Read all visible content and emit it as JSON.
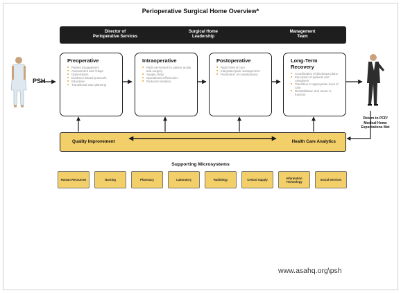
{
  "title": "Perioperative Surgical Home Overview*",
  "leadership": {
    "left": "Director of\nPerioperative Services",
    "center": "Surgical Home\nLeadership",
    "right": "Management\nTeam"
  },
  "psh_label": "PSH",
  "phases": [
    {
      "title": "Preoperative",
      "items": [
        "Patient Engagement",
        "Assessment and Triage",
        "Optimization",
        "Evidence-based protocols",
        "Education",
        "Transitional care planning"
      ]
    },
    {
      "title": "Intraoperative",
      "items": [
        "Right personnel for patient acuity and surgery",
        "Supply chain",
        "Operational efficiencies",
        "Reduced variation"
      ]
    },
    {
      "title": "Postoperative",
      "items": [
        "Right level of care",
        "Integrated pain management",
        "Prevention of complications"
      ]
    },
    {
      "title": "Long-Term Recovery",
      "items": [
        "Coordination of discharge plans",
        "Education of patients and caregivers",
        "Transition to appropriate level of care",
        "Rehabilitation and return to function"
      ]
    }
  ],
  "quality_bar": {
    "left": "Quality Improvement",
    "right": "Health Care Analytics"
  },
  "return_label": "Return to PCP/\nMedical Home\nExpectations Met",
  "microsystems_title": "Supporting Microsystems",
  "microsystems": [
    "Human Resources",
    "Nursing",
    "Pharmacy",
    "Laboratory",
    "Radiology",
    "Central Supply",
    "Information Technology",
    "Social Services"
  ],
  "footer_url": "www.asahq.org\\psh",
  "colors": {
    "accent": "#f3cf6a",
    "bullet": "#e3a52a",
    "dark": "#1e1e1e"
  }
}
